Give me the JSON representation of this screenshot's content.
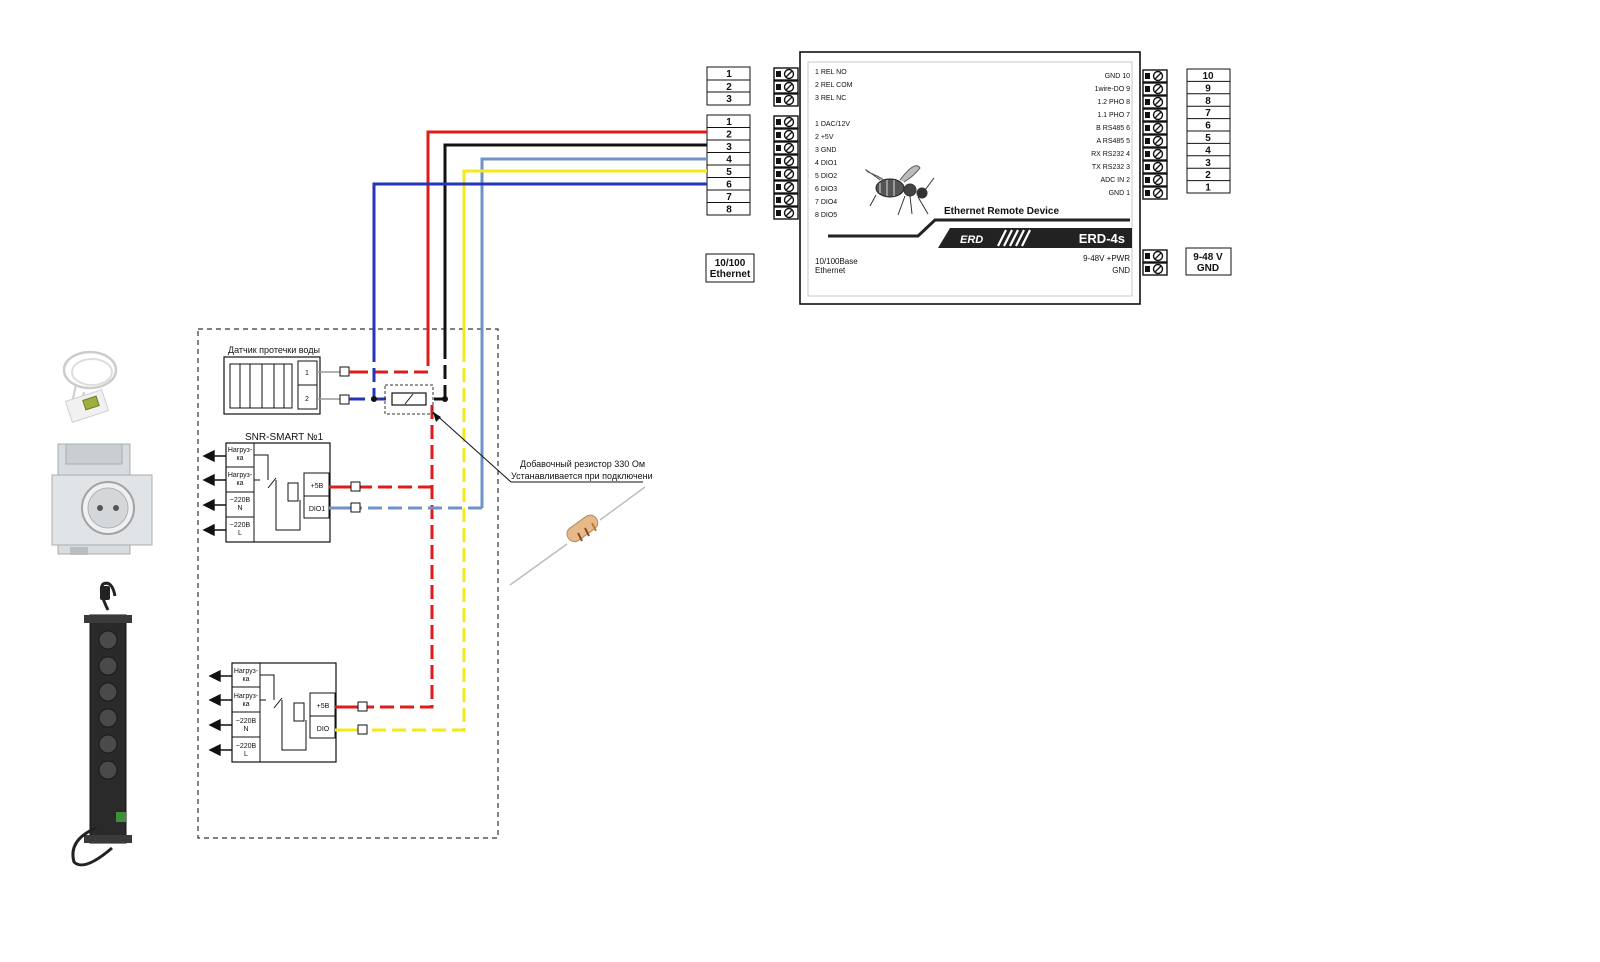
{
  "device": {
    "brand": "Ethernet Remote Device",
    "model": "ERD-4s",
    "logo_text": "ERD",
    "left_top_pins": [
      "1 REL NO",
      "2 REL COM",
      "3 REL NC"
    ],
    "left_mid_pins": [
      "1 DAC/12V",
      "2 +5V",
      "3 GND",
      "4 DIO1",
      "5 DIO2",
      "6 DIO3",
      "7 DIO4",
      "8 DIO5"
    ],
    "right_pins": [
      "GND 10",
      "1wire-DO 9",
      "1.2 PHO 8",
      "1.1 PHO 7",
      "B RS485 6",
      "A RS485 5",
      "RX RS232 4",
      "TX RS232 3",
      "ADC IN 2",
      "GND 1"
    ],
    "ethernet_label_1": "10/100Base",
    "ethernet_label_2": "Ethernet",
    "power_label_1": "9-48V +PWR",
    "power_label_2": "GND"
  },
  "terminals": {
    "left_top": [
      "1",
      "2",
      "3"
    ],
    "left_mid": [
      "1",
      "2",
      "3",
      "4",
      "5",
      "6",
      "7",
      "8"
    ],
    "right": [
      "10",
      "9",
      "8",
      "7",
      "6",
      "5",
      "4",
      "3",
      "2",
      "1"
    ],
    "ethernet_box_1": "10/100",
    "ethernet_box_2": "Ethernet",
    "power_box_1": "9-48 V",
    "power_box_2": "GND"
  },
  "leak_sensor": {
    "title": "Датчик протечки воды",
    "pins": [
      "1",
      "2"
    ]
  },
  "snr1": {
    "title": "SNR-SMART №1",
    "rows": [
      {
        "l1": "Нагруз-",
        "l2": "ка"
      },
      {
        "l1": "Нагруз-",
        "l2": "ка"
      },
      {
        "l1": "~220В",
        "l2": "N"
      },
      {
        "l1": "~220В",
        "l2": "L"
      }
    ],
    "pin_plus": "+5В",
    "pin_dio": "DIO1"
  },
  "snr2": {
    "rows": [
      {
        "l1": "Нагруз-",
        "l2": "ка"
      },
      {
        "l1": "Нагруз-",
        "l2": "ка"
      },
      {
        "l1": "~220В",
        "l2": "N"
      },
      {
        "l1": "~220В",
        "l2": "L"
      }
    ],
    "pin_plus": "+5В",
    "pin_dio": "DIO"
  },
  "resistor_note": {
    "line1": "Добавочный резистор 330 Ом",
    "line2": "Устанавливается при подключени"
  },
  "colors": {
    "red": "#e01b1b",
    "black": "#111111",
    "light_blue": "#6f93c9",
    "yellow": "#f5e81a",
    "dark_blue": "#2436b8"
  }
}
